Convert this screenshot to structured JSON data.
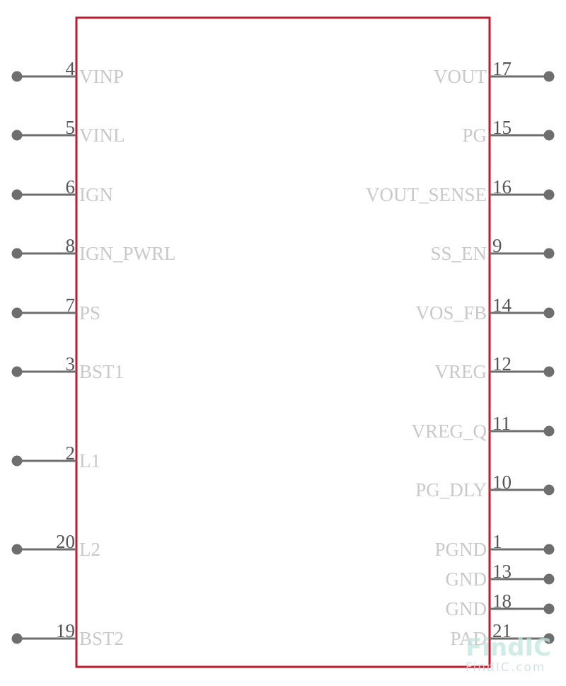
{
  "component": {
    "left_pins": [
      {
        "number": "4",
        "name": "VINP"
      },
      {
        "number": "5",
        "name": "VINL"
      },
      {
        "number": "6",
        "name": "IGN"
      },
      {
        "number": "8",
        "name": "IGN_PWRL"
      },
      {
        "number": "7",
        "name": "PS"
      },
      {
        "number": "3",
        "name": "BST1"
      },
      {
        "number": "2",
        "name": "L1"
      },
      {
        "number": "20",
        "name": "L2"
      },
      {
        "number": "19",
        "name": "BST2"
      }
    ],
    "right_pins": [
      {
        "number": "17",
        "name": "VOUT"
      },
      {
        "number": "15",
        "name": "PG"
      },
      {
        "number": "16",
        "name": "VOUT_SENSE"
      },
      {
        "number": "9",
        "name": "SS_EN"
      },
      {
        "number": "14",
        "name": "VOS_FB"
      },
      {
        "number": "12",
        "name": "VREG"
      },
      {
        "number": "11",
        "name": "VREG_Q"
      },
      {
        "number": "10",
        "name": "PG_DLY"
      },
      {
        "number": "1",
        "name": "PGND"
      },
      {
        "number": "13",
        "name": "GND"
      },
      {
        "number": "18",
        "name": "GND"
      },
      {
        "number": "21",
        "name": "PAD"
      }
    ]
  },
  "watermark": {
    "logo_text": "FindIC",
    "url_text": "FindIC.com"
  },
  "colors": {
    "body_outline": "#c0182d",
    "pin": "#6e6e6e",
    "pin_label": "#c9c9c9"
  }
}
